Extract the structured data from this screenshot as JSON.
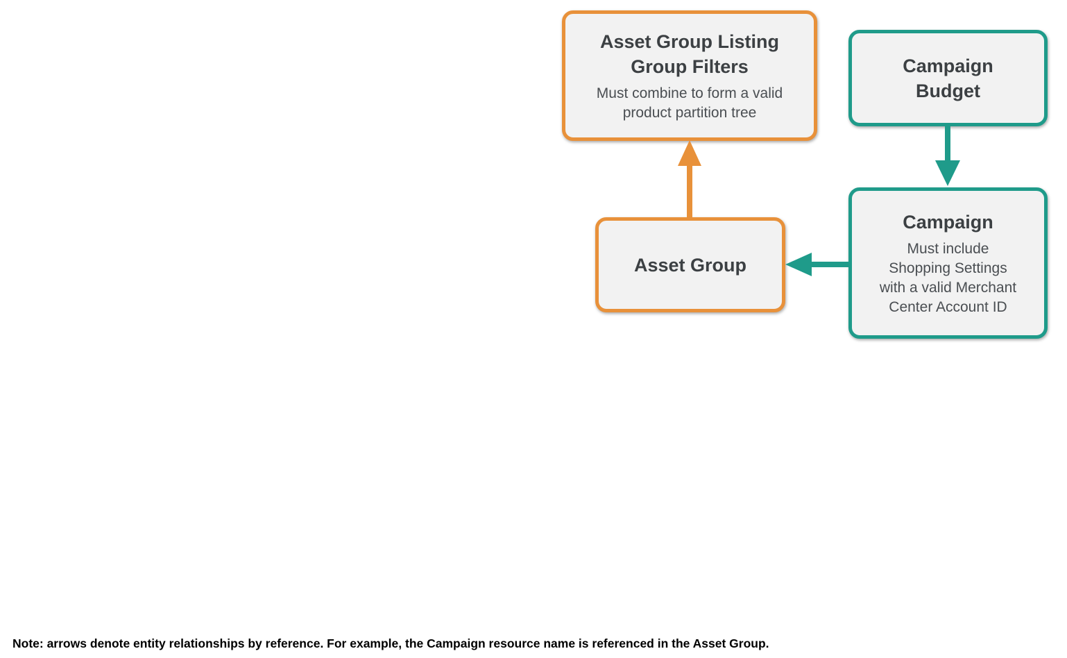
{
  "colors": {
    "orange": "#E8913A",
    "teal": "#1F9B8A",
    "box_fill": "#F2F2F2",
    "title_text": "#3C4043",
    "subtitle_text": "#4A4E52",
    "note_text": "#000000",
    "background": "#FFFFFF"
  },
  "diagram": {
    "nodes": [
      {
        "id": "asset-group-listing-group-filters",
        "title": "Asset Group Listing Group Filters",
        "title_lines": [
          "Asset Group Listing",
          "Group Filters"
        ],
        "subtitle": "Must combine to form a valid product partition tree",
        "subtitle_lines": [
          "Must combine to form a valid",
          "product partition tree"
        ],
        "accent_color": "#E8913A"
      },
      {
        "id": "campaign-budget",
        "title": "Campaign Budget",
        "title_lines": [
          "Campaign",
          "Budget"
        ],
        "subtitle": "",
        "subtitle_lines": [],
        "accent_color": "#1F9B8A"
      },
      {
        "id": "campaign",
        "title": "Campaign",
        "title_lines": [
          "Campaign"
        ],
        "subtitle": "Must include Shopping Settings with a valid Merchant Center Account ID",
        "subtitle_lines": [
          "Must include",
          "Shopping Settings",
          "with a valid Merchant",
          "Center Account ID"
        ],
        "accent_color": "#1F9B8A"
      },
      {
        "id": "asset-group",
        "title": "Asset Group",
        "title_lines": [
          "Asset Group"
        ],
        "subtitle": "",
        "subtitle_lines": [],
        "accent_color": "#E8913A"
      }
    ],
    "arrows": [
      {
        "id": "asset-group-to-listing-group-filters",
        "from": "Asset Group",
        "to": "Asset Group Listing Group Filters",
        "direction": "up",
        "color": "#E8913A"
      },
      {
        "id": "campaign-budget-to-campaign",
        "from": "Campaign Budget",
        "to": "Campaign",
        "direction": "down",
        "color": "#1F9B8A"
      },
      {
        "id": "campaign-to-asset-group",
        "from": "Campaign",
        "to": "Asset Group",
        "direction": "left",
        "color": "#1F9B8A"
      }
    ]
  },
  "note": "Note: arrows denote entity relationships by reference. For example, the Campaign resource name is referenced in the Asset Group."
}
